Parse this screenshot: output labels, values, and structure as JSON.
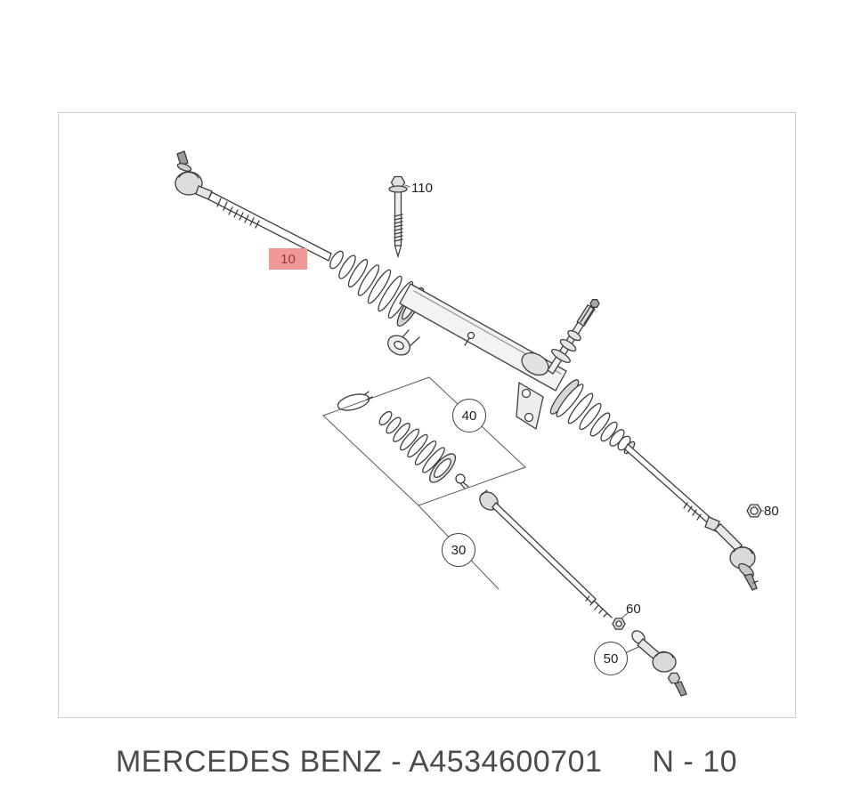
{
  "diagram": {
    "callouts": {
      "selected": "10",
      "bolt": "110",
      "boot_kit": "40",
      "inner_tie_rod": "30",
      "tie_rod_end": "50",
      "lock_nut": "60",
      "outer_nut": "80"
    },
    "highlight_color": "#f09898",
    "highlight_text_color": "#9c3b33",
    "line_color": "#3d3d3d",
    "frame_border_color": "#cccccc"
  },
  "footer": {
    "title": "MERCEDES BENZ - A4534600701",
    "page_ref": "N - 10",
    "text_color": "#4c4c4c"
  }
}
